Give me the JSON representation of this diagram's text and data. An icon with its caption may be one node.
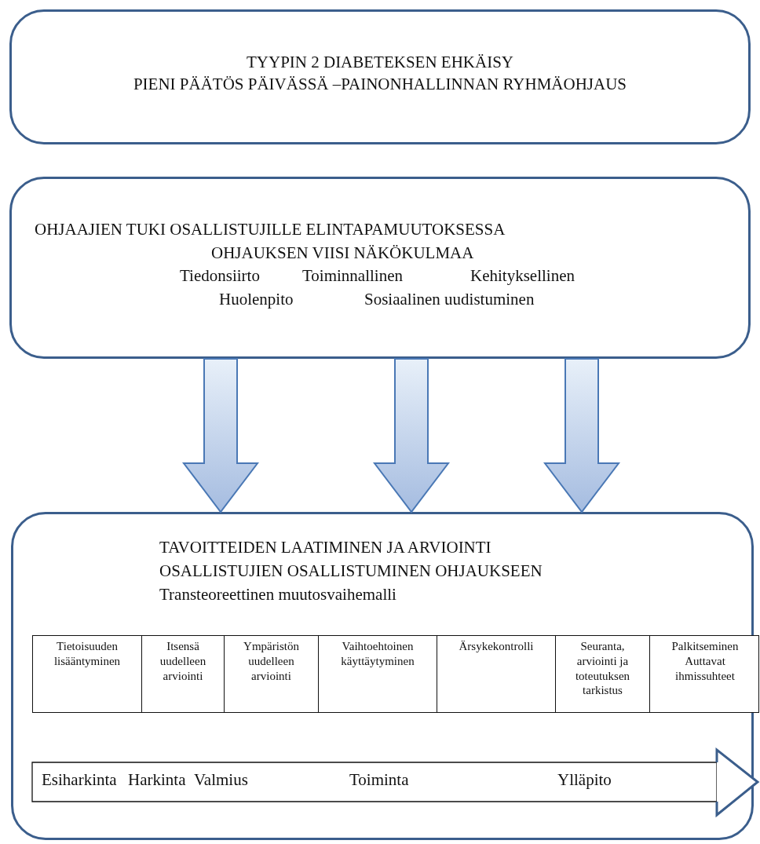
{
  "diagram": {
    "nodes": [
      {
        "text": [
          "TYYPIN 2 DIABETEKSEN EHKÄISY",
          "PIENI PÄÄTÖS PÄIVÄSSÄ –PAINONHALLINNAN RYHMÄOHJAUS"
        ]
      },
      {
        "text": [
          "OHJAAJIEN TUKI OSALLISTUJILLE ELINTAPAMUUTOKSESSA",
          "OHJAUKSEN VIISI NÄKÖKULMAA",
          "Tiedonsiirto",
          "Toiminnallinen",
          "Kehityksellinen",
          "Huolenpito",
          "Sosiaalinen uudistuminen"
        ]
      },
      {
        "text": [
          "TAVOITTEIDEN LAATIMINEN JA ARVIOINTI",
          "OSALLISTUJIEN OSALLISTUMINEN OHJAUKSEEN",
          "Transteoreettinen muutosvaihemalli"
        ]
      },
      {
        "text": [
          "Esiharkinta",
          "Harkinta",
          "Valmius",
          "Toiminta",
          "Ylläpito"
        ],
        "in": 2
      }
    ],
    "edges": [
      {
        "from": 1,
        "to": 2,
        "arrow": "to",
        "style": "thick"
      },
      {
        "from": 1,
        "to": 2,
        "arrow": "to",
        "style": "thick"
      },
      {
        "from": 1,
        "to": 2,
        "arrow": "to",
        "style": "thick"
      }
    ],
    "labels": [
      "Tietoisuuden lisääntyminen",
      "Itsensä uudelleen arviointi",
      "Ympäristön uudelleen arviointi",
      "Vaihtoehtoinen käyttäytyminen",
      "Ärsykekontrolli",
      "Seuranta, arviointi ja toteutuksen tarkistus",
      "Palkitseminen Auttavat ihmissuhteet"
    ]
  }
}
